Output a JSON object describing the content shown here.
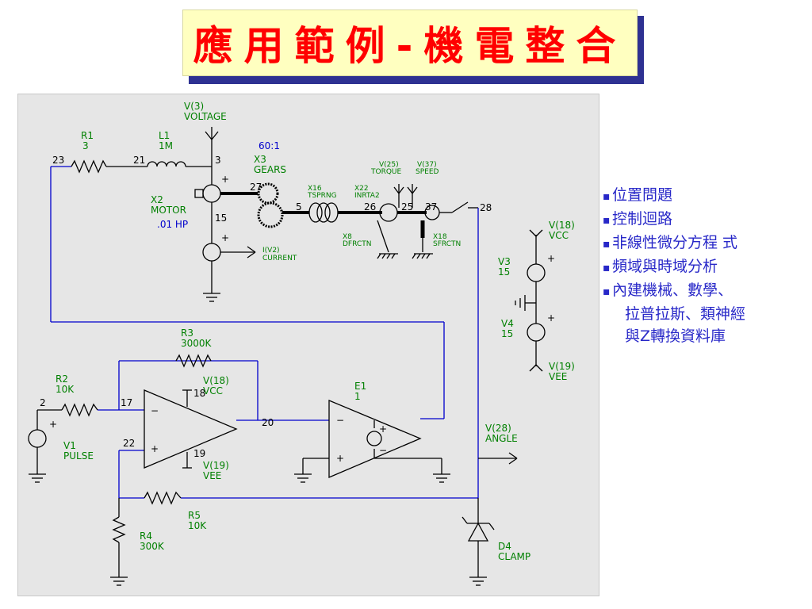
{
  "title": "應用範例-機電整合",
  "schematic": {
    "motor_section": {
      "v3": "V(3)",
      "v3_name": "VOLTAGE",
      "r1": "R1",
      "r1_val": "3",
      "l1": "L1",
      "l1_val": "1M",
      "node23": "23",
      "node21": "21",
      "node3": "3",
      "node15": "15",
      "x2": "X2",
      "x2_name": "MOTOR",
      "x2_val": ".01 HP",
      "iv2": "I(V2)",
      "iv2_name": "CURRENT",
      "ratio": "60:1",
      "x3": "X3",
      "x3_name": "GEARS",
      "node27": "27",
      "node5": "5",
      "x16": "X16",
      "x16_name": "TSPRNG",
      "x22": "X22",
      "x22_name": "INRTA2",
      "v25": "V(25)",
      "v25_name": "TORQUE",
      "v37": "V(37)",
      "v37_name": "SPEED",
      "node26": "26",
      "node25": "25",
      "node37": "37",
      "node28": "28",
      "x8": "X8",
      "x8_name": "DFRCTN",
      "x18": "X18",
      "x18_name": "SFRCTN"
    },
    "supply_section": {
      "v18": "V(18)",
      "vcc": "VCC",
      "v3src": "V3",
      "v3src_val": "15",
      "v4src": "V4",
      "v4src_val": "15",
      "v19": "V(19)",
      "vee": "VEE"
    },
    "amp_section": {
      "r3": "R3",
      "r3_val": "3000K",
      "r2": "R2",
      "r2_val": "10K",
      "node2": "2",
      "node17": "17",
      "node18": "18",
      "node19": "19",
      "node20": "20",
      "node22": "22",
      "v18": "V(18)",
      "vcc": "VCC",
      "v19": "V(19)",
      "vee": "VEE",
      "e1": "E1",
      "e1_val": "1",
      "v1": "V1",
      "v1_name": "PULSE",
      "v28": "V(28)",
      "v28_name": "ANGLE",
      "r5": "R5",
      "r5_val": "10K",
      "r4": "R4",
      "r4_val": "300K",
      "d4": "D4",
      "d4_name": "CLAMP"
    }
  },
  "bullets": {
    "b1": "位置問題",
    "b2": "控制迴路",
    "b3": "非線性微分方程 式",
    "b4": "頻域與時域分析",
    "b5": "內建機械、數學、",
    "b5_cont": "拉普拉斯、類神經",
    "b5_cont2": "與Z轉換資料庫"
  },
  "colors": {
    "title_text": "#ff0000",
    "title_bg": "#ffffc0",
    "title_shadow": "#2e3192",
    "wire_blue": "#0000cc",
    "label_green": "#008000",
    "bullet_text": "#2828c8"
  }
}
